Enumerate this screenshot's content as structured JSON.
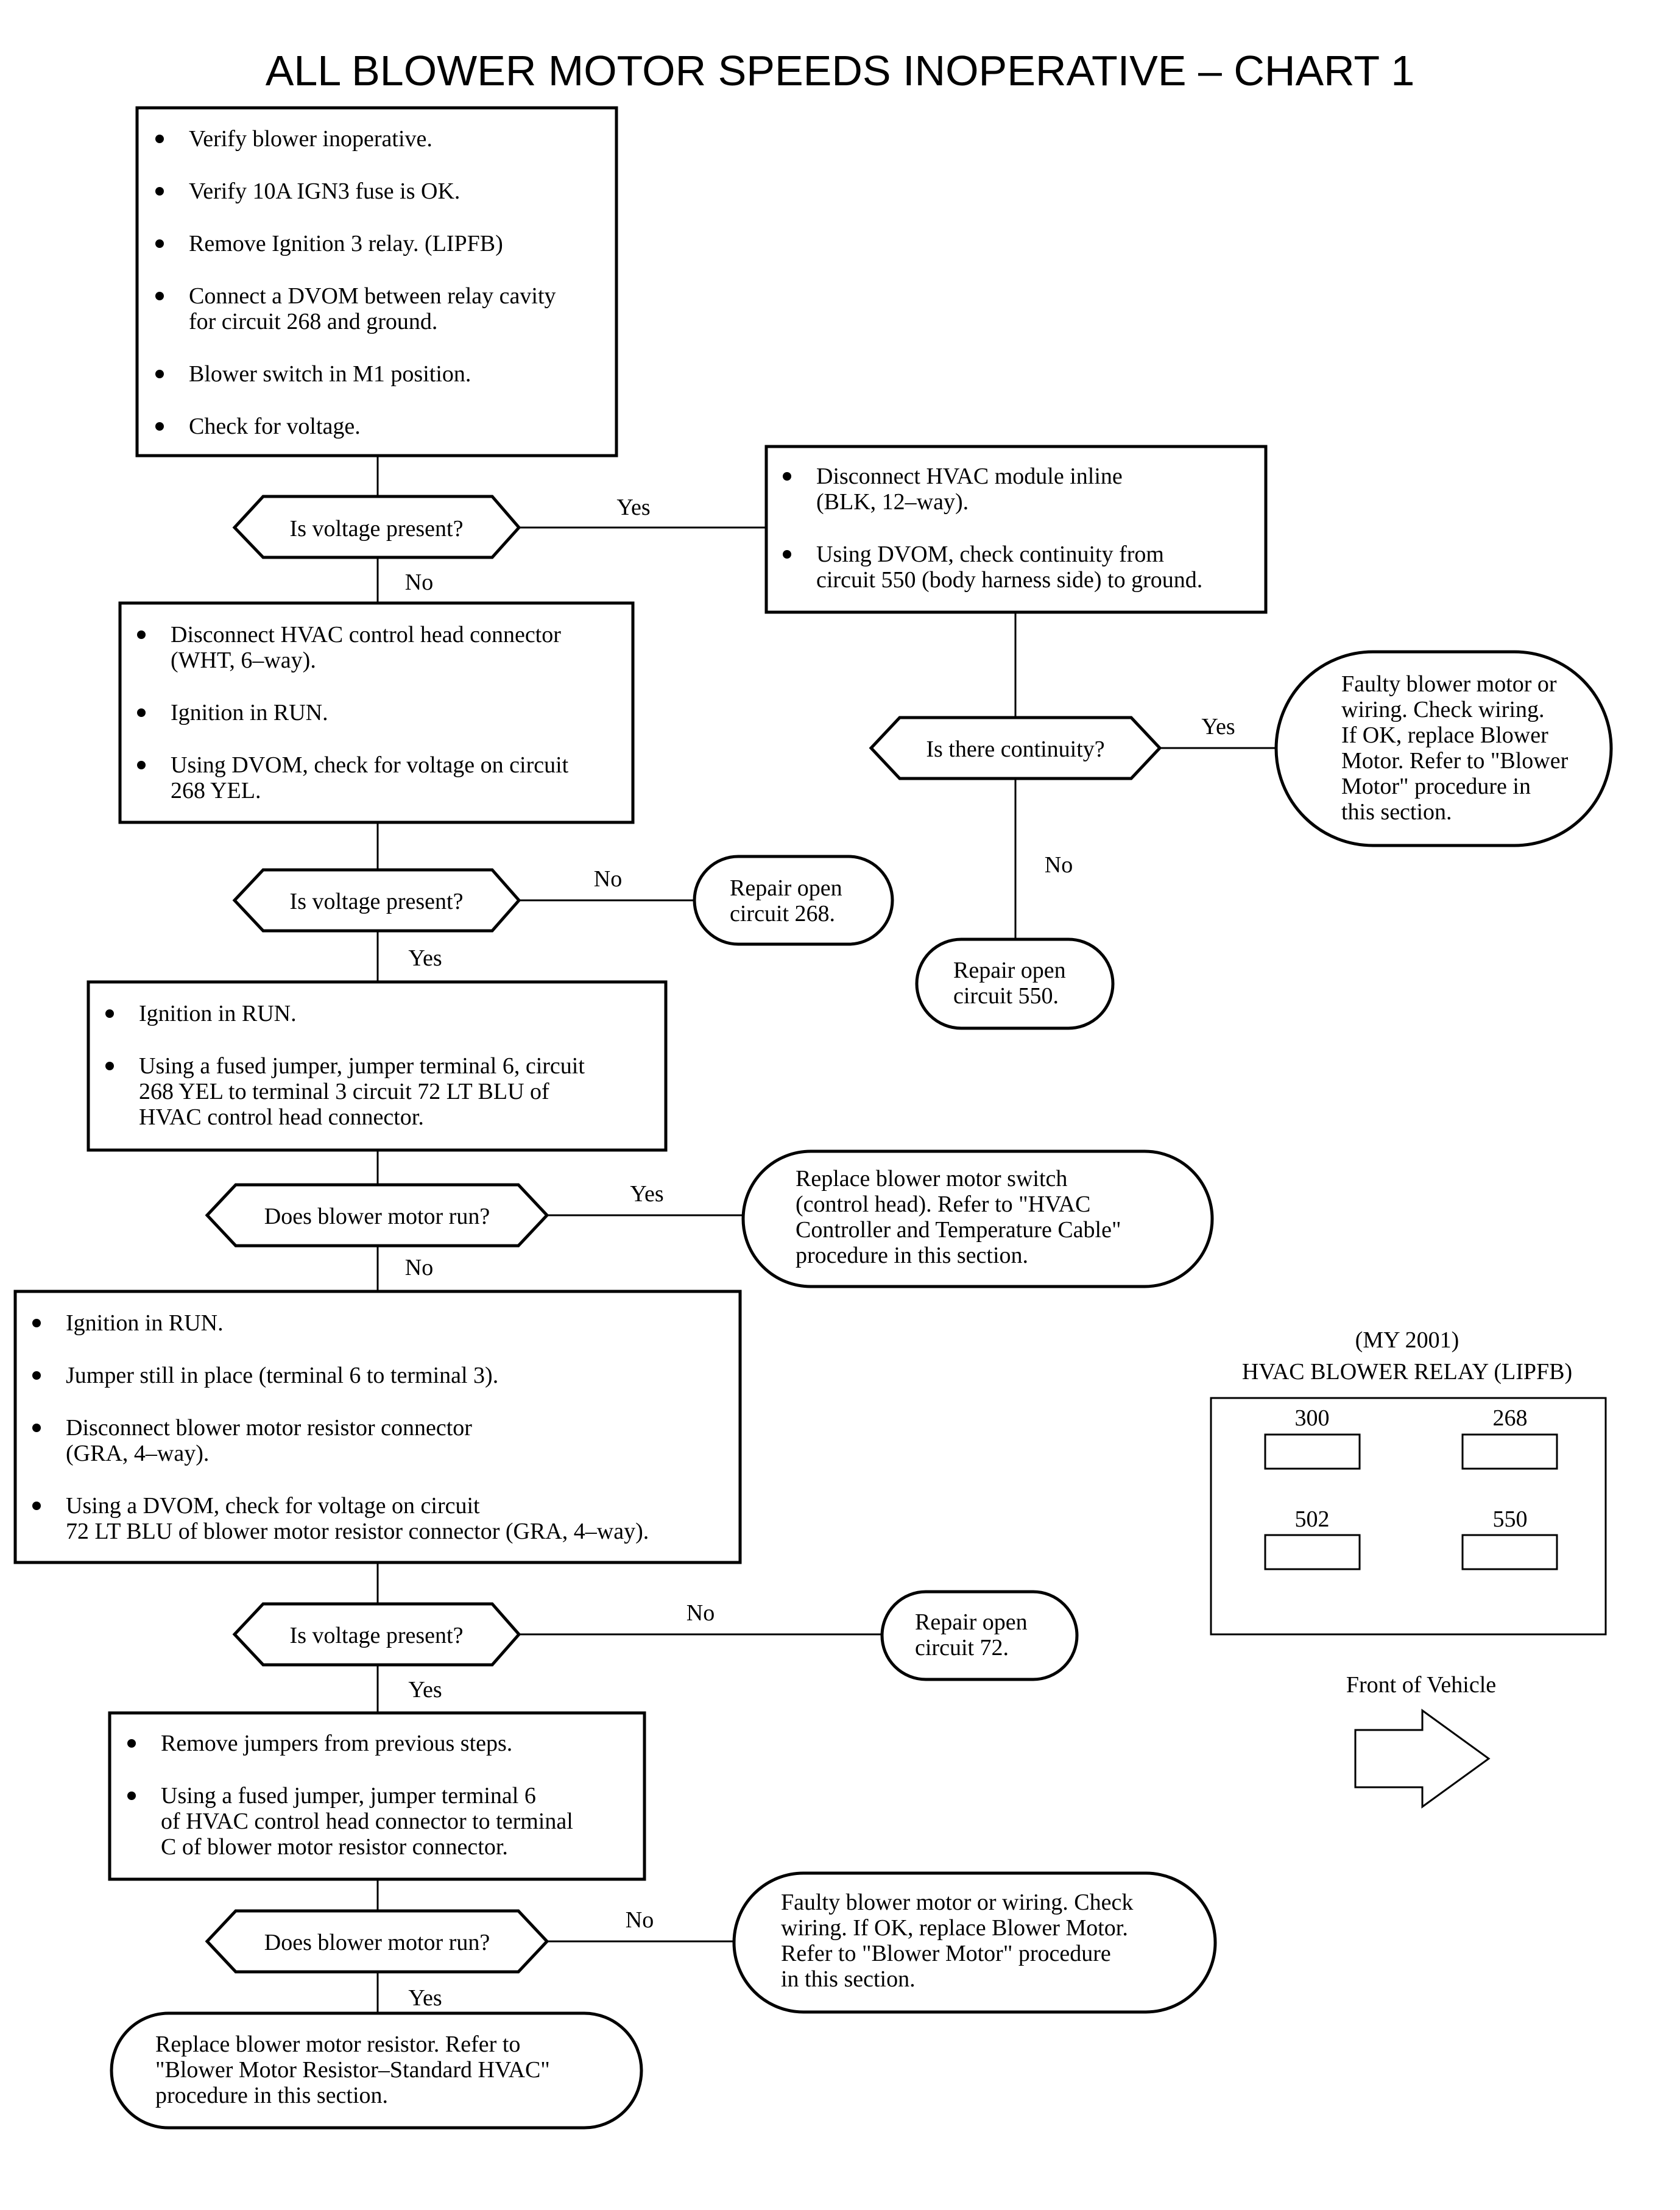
{
  "title": "ALL BLOWER MOTOR SPEEDS INOPERATIVE – CHART 1",
  "steps": {
    "step1": [
      [
        "Verify blower inoperative."
      ],
      [
        "Verify 10A IGN3 fuse is OK."
      ],
      [
        "Remove Ignition 3 relay. (LIPFB)"
      ],
      [
        "Connect a DVOM between relay cavity",
        "for circuit 268 and ground."
      ],
      [
        "Blower switch in M1 position."
      ],
      [
        "Check for voltage."
      ]
    ],
    "step_hvac_inline": [
      [
        "Disconnect HVAC module inline",
        "(BLK, 12–way)."
      ],
      [
        "Using DVOM, check continuity from",
        "circuit 550 (body harness side) to ground."
      ]
    ],
    "step2": [
      [
        "Disconnect HVAC control head connector",
        "(WHT, 6–way)."
      ],
      [
        "Ignition in RUN."
      ],
      [
        "Using DVOM, check for voltage on circuit",
        "268 YEL."
      ]
    ],
    "step3": [
      [
        "Ignition in RUN."
      ],
      [
        "Using a fused jumper, jumper terminal 6, circuit",
        "268 YEL to terminal 3 circuit 72 LT BLU of",
        "HVAC control head connector."
      ]
    ],
    "step4": [
      [
        "Ignition in RUN."
      ],
      [
        "Jumper still in place (terminal 6 to terminal 3)."
      ],
      [
        "Disconnect blower motor resistor connector",
        "(GRA, 4–way)."
      ],
      [
        "Using a DVOM, check for voltage on circuit",
        "72 LT BLU of blower motor resistor connector (GRA, 4–way)."
      ]
    ],
    "step5": [
      [
        "Remove jumpers from previous steps."
      ],
      [
        "Using a fused jumper, jumper terminal 6",
        "of HVAC control head connector to terminal",
        "C of blower motor resistor connector."
      ]
    ]
  },
  "decisions": {
    "d1": "Is voltage present?",
    "d_cont": "Is there continuity?",
    "d2": "Is voltage present?",
    "d3": "Does blower motor run?",
    "d4": "Is voltage present?",
    "d5": "Does blower motor run?"
  },
  "results": {
    "faulty1": [
      "Faulty blower motor or",
      "wiring. Check wiring.",
      "If OK, replace Blower",
      "Motor. Refer to \"Blower",
      "Motor\" procedure in",
      "this section."
    ],
    "repair550": [
      "Repair open",
      "circuit 550."
    ],
    "repair268": [
      "Repair open",
      "circuit 268."
    ],
    "switch": [
      "Replace blower motor switch",
      "(control head). Refer to \"HVAC",
      "Controller and Temperature Cable\"",
      "procedure in this section."
    ],
    "repair72": [
      "Repair open",
      "circuit 72."
    ],
    "faulty2": [
      "Faulty blower motor or wiring. Check",
      "wiring. If OK, replace Blower Motor.",
      "Refer to \"Blower Motor\" procedure",
      "in this section."
    ],
    "resistor": [
      "Replace blower motor resistor. Refer to",
      "\"Blower Motor Resistor–Standard HVAC\"",
      "procedure in this section."
    ]
  },
  "labels": {
    "yes": "Yes",
    "no": "No"
  },
  "relay": {
    "year": "(MY 2001)",
    "name": "HVAC BLOWER RELAY (LIPFB)",
    "terminals": [
      "300",
      "268",
      "502",
      "550"
    ],
    "front_label": "Front of Vehicle",
    "arrow_icon": "right-arrow-icon"
  }
}
